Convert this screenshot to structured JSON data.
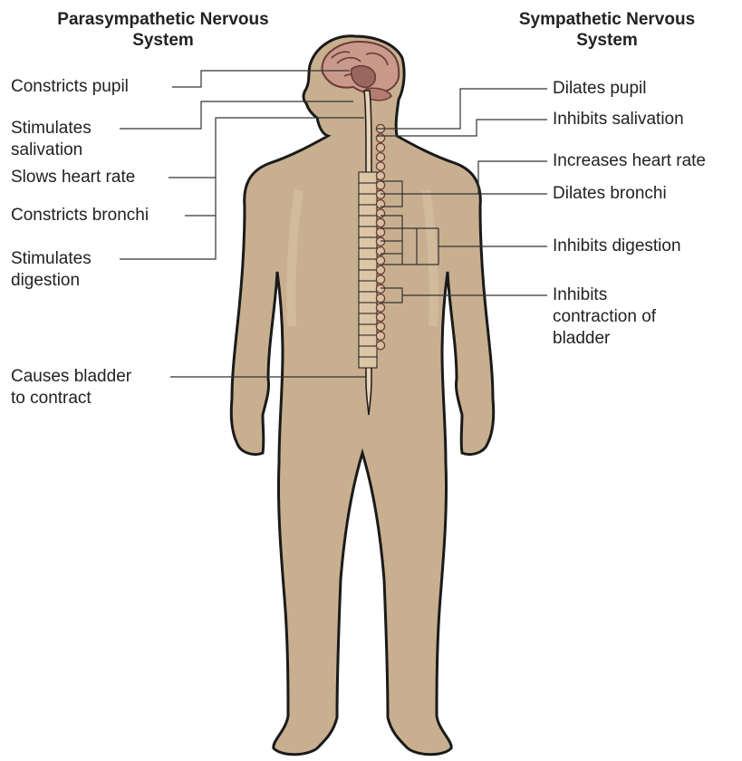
{
  "titles": {
    "parasympathetic": [
      "Parasympathetic Nervous",
      "System"
    ],
    "sympathetic": [
      "Sympathetic Nervous",
      "System"
    ]
  },
  "parasympathetic_labels": [
    [
      "Constricts pupil"
    ],
    [
      "Stimulates",
      "salivation"
    ],
    [
      "Slows heart rate"
    ],
    [
      "Constricts bronchi"
    ],
    [
      "Stimulates",
      "digestion"
    ],
    [
      "Causes bladder",
      "to contract"
    ]
  ],
  "sympathetic_labels": [
    [
      "Dilates pupil"
    ],
    [
      "Inhibits salivation"
    ],
    [
      "Increases heart rate"
    ],
    [
      "Dilates bronchi"
    ],
    [
      "Inhibits digestion"
    ],
    [
      "Inhibits",
      "contraction of",
      "bladder"
    ]
  ],
  "colors": {
    "skin": "#c8af8f",
    "outline": "#1a1a1a",
    "brain": "#c99a8c",
    "brain_dark": "#9a6660",
    "ganglion": "#d7bfa2",
    "line": "#333333"
  }
}
